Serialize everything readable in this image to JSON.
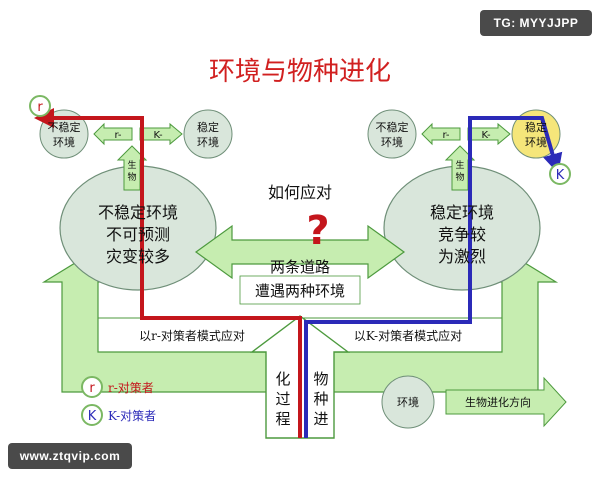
{
  "title": "环境与物种进化",
  "watermark_top": "TG: MYYJJPP",
  "watermark_bottom": "www.ztqvip.com",
  "colors": {
    "title": "#d12020",
    "node_fill": "#d9e6db",
    "node_stroke": "#6f8f78",
    "arrow_fill": "#c6edb0",
    "arrow_stroke": "#4d9a3e",
    "r_path": "#c4161c",
    "k_path": "#2b2ab8",
    "k_node_fill": "#f5e67a"
  },
  "left": {
    "small_unstable": [
      "不稳定",
      "环境"
    ],
    "small_stable": [
      "稳定",
      "环境"
    ],
    "arrow_r": "r-",
    "arrow_k": "K-",
    "up_arrow": [
      "生",
      "物"
    ],
    "big": [
      "不稳定环境",
      "不可预测",
      "灾变较多"
    ],
    "base_label": "以r-对策者模式应对"
  },
  "right": {
    "small_unstable": [
      "不稳定",
      "环境"
    ],
    "small_stable": [
      "稳定",
      "环境"
    ],
    "arrow_r": "r-",
    "arrow_k": "K-",
    "up_arrow": [
      "生",
      "物"
    ],
    "big": [
      "稳定环境",
      "竞争较",
      "为激烈"
    ],
    "base_label": "以K-对策者模式应对"
  },
  "center": {
    "question": "如何应对",
    "question_mark": "?",
    "two_roads": "两条道路",
    "encounter": "遭遇两种环境",
    "evolution_left": [
      "化",
      "过",
      "程"
    ],
    "evolution_right": [
      "物",
      "种",
      "进"
    ]
  },
  "markers": {
    "r": "r",
    "k": "K"
  },
  "legend": {
    "r_label": "r-对策者",
    "k_label": "K-对策者",
    "env_label": "环境",
    "direction_label": "生物进化方向"
  }
}
